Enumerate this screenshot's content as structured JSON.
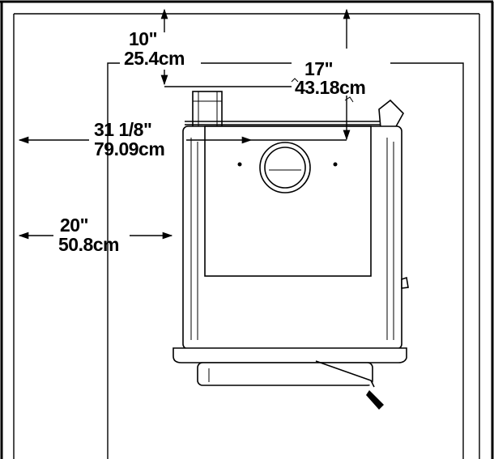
{
  "dimensions": {
    "top_clearance": {
      "imperial": "10\"",
      "metric": "25.4cm"
    },
    "right_clearance": {
      "imperial": "17\"",
      "metric": "43.18cm"
    },
    "center_offset": {
      "imperial": "31 1/8\"",
      "metric": "79.09cm"
    },
    "left_clearance": {
      "imperial": "20\"",
      "metric": "50.8cm"
    }
  },
  "colors": {
    "line": "#000000",
    "background": "#ffffff"
  }
}
